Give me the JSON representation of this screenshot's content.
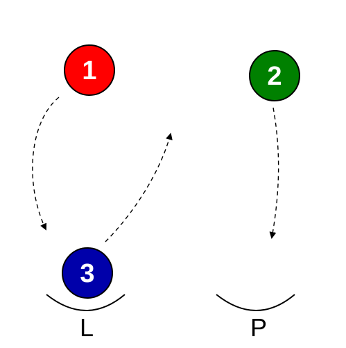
{
  "nodes": [
    {
      "id": "1",
      "label": "1",
      "color": "#ff0000",
      "name": "red"
    },
    {
      "id": "2",
      "label": "2",
      "color": "#008000",
      "name": "green"
    },
    {
      "id": "3",
      "label": "3",
      "color": "#0000aa",
      "name": "blue"
    }
  ],
  "positions": {
    "left": "L",
    "right": "P"
  },
  "edges": [
    {
      "from": "1",
      "to": "3",
      "style": "dashed"
    },
    {
      "from": "3",
      "to": "up-right",
      "style": "dashed"
    },
    {
      "from": "2",
      "to": "P",
      "style": "dashed"
    }
  ],
  "colors": {
    "stroke": "#000000",
    "label_text": "#ffffff"
  }
}
